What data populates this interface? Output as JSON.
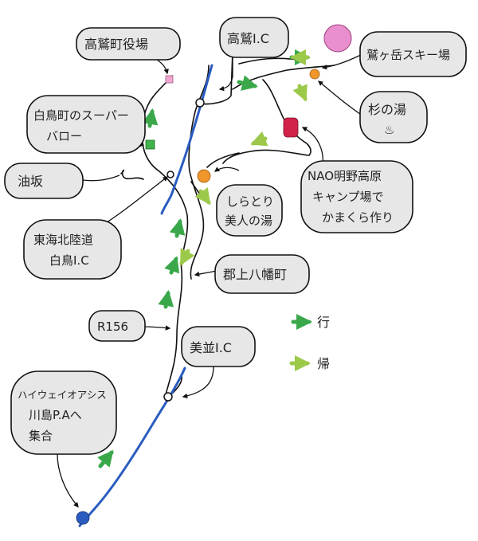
{
  "labels": {
    "takasu_town_office": "高鷲町役場",
    "takasu_ic": "高鷲I.C",
    "washigatake_ski": "鷲ヶ岳スキー場",
    "sugi_no_yu": "杉の湯",
    "shirotori_supermarket_1": "白鳥町のスーパー",
    "shirotori_supermarket_2": "バロー",
    "aburazaka": "油坂",
    "nao_camp_1": "NAO明野高原",
    "nao_camp_2": "キャンプ場で",
    "nao_camp_3": "かまくら作り",
    "shirotori_bijin_1": "しらとり",
    "shirotori_bijin_2": "美人の湯",
    "tokai_hokuriku_1": "東海北陸道",
    "tokai_hokuriku_2": "白鳥I.C",
    "gujo_yamato": "郡上八幡町",
    "r156": "R156",
    "mino_ic": "美並I.C",
    "kawashima_pa_1": "ハイウェイオアシス",
    "kawashima_pa_2": "川島P.Aへ",
    "kawashima_pa_3": "集合"
  },
  "legend": {
    "outbound": "行",
    "return": "帰"
  },
  "colors": {
    "highway": "#2a5cc0",
    "outbound_arrow": "#3aa84a",
    "return_arrow": "#9cc94a",
    "ski_marker": "#e98fd0",
    "onsen_marker": "#f0962a",
    "camp_marker": "#d0224a",
    "supermarket_marker": "#3fb34a",
    "office_marker": "#f1a6cf",
    "meeting_marker": "#2a5cc0"
  },
  "icons": {
    "outbound_arrow": "green-arrow-icon",
    "return_arrow": "lightgreen-arrow-icon",
    "onsen": "hot-spring-icon"
  }
}
